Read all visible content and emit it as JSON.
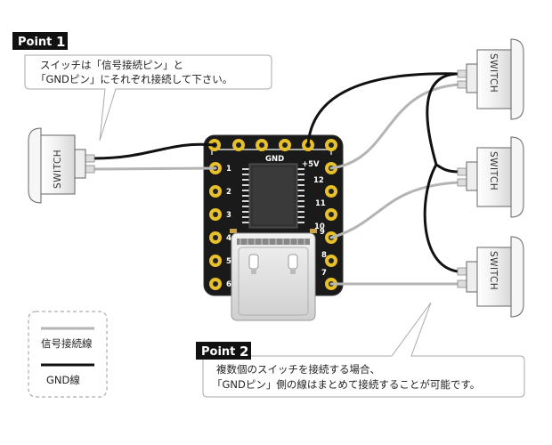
{
  "point1": {
    "badge_word": "Point",
    "badge_num": "1",
    "line1": "スイッチは「信号接続ピン」と",
    "line2": "「GNDピン」にそれぞれ接続して下さい。"
  },
  "point2": {
    "badge_word": "Point",
    "badge_num": "2",
    "line1": "複数個のスイッチを接続する場合、",
    "line2": "「GNDピン」側の線はまとめて接続することが可能です。"
  },
  "board": {
    "gnd_label": "GND",
    "plus5v_label": "+5V",
    "left_pins": [
      "1",
      "2",
      "3",
      "4",
      "5",
      "6"
    ],
    "right_pins": [
      "12",
      "11",
      "10",
      "9",
      "8",
      "7"
    ]
  },
  "switches": {
    "left": "SWITCH",
    "right_top": "SWITCH",
    "right_mid": "SWITCH",
    "right_bottom": "SWITCH"
  },
  "legend": {
    "signal_label": "信号接続線",
    "gnd_label": "GND線"
  },
  "colors": {
    "signal_wire": "#b4b4b4",
    "gnd_wire": "#111111",
    "board": "#1a1a1a",
    "pad_gold": "#e8c02a"
  }
}
